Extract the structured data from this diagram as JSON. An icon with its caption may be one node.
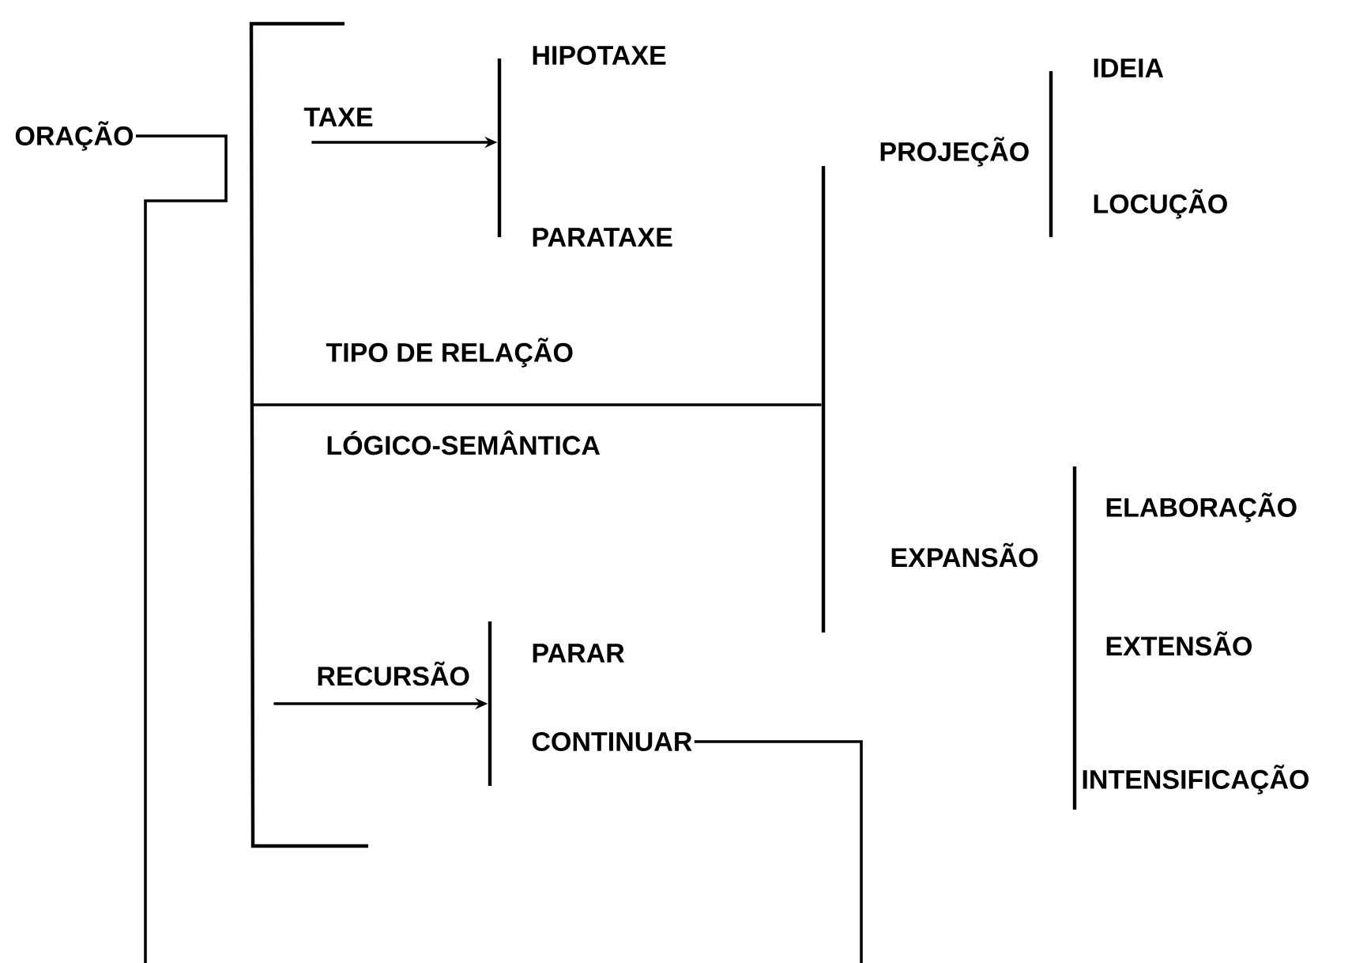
{
  "diagram": {
    "nodes": [
      {
        "text": [
          "ORAÇÃO"
        ]
      },
      {
        "text": [],
        "shape": "bracket"
      },
      {
        "text": [],
        "shape": "bar",
        "beside": [
          "HIPOTAXE",
          "PARATAXE"
        ]
      },
      {
        "text": [],
        "shape": "bar"
      },
      {
        "text": [],
        "shape": "bar",
        "beside": [
          "IDEIA",
          "LOCUÇÃO"
        ]
      },
      {
        "text": [],
        "shape": "bar",
        "beside": [
          "ELABORAÇÃO",
          "EXTENSÃO",
          "INTENSIFICAÇÃO"
        ]
      },
      {
        "text": [],
        "shape": "bar",
        "beside": [
          "PARAR"
        ]
      },
      {
        "text": [
          "CONTINUAR"
        ]
      }
    ],
    "edges": [
      {
        "from": 0,
        "to": null,
        "arrow": "none"
      },
      {
        "from": 1,
        "to": 2,
        "arrow": "to",
        "label": "TAXE"
      },
      {
        "from": 1,
        "to": 3,
        "arrow": "none"
      },
      {
        "from": 1,
        "to": 6,
        "arrow": "to",
        "label": "RECURSÃO"
      },
      {
        "from": 7,
        "to": null,
        "arrow": "none"
      }
    ],
    "labels": [
      "PROJEÇÃO",
      "TIPO DE RELAÇÃO",
      "LÓGICO-SEMÂNTICA",
      "EXPANSÃO"
    ]
  }
}
